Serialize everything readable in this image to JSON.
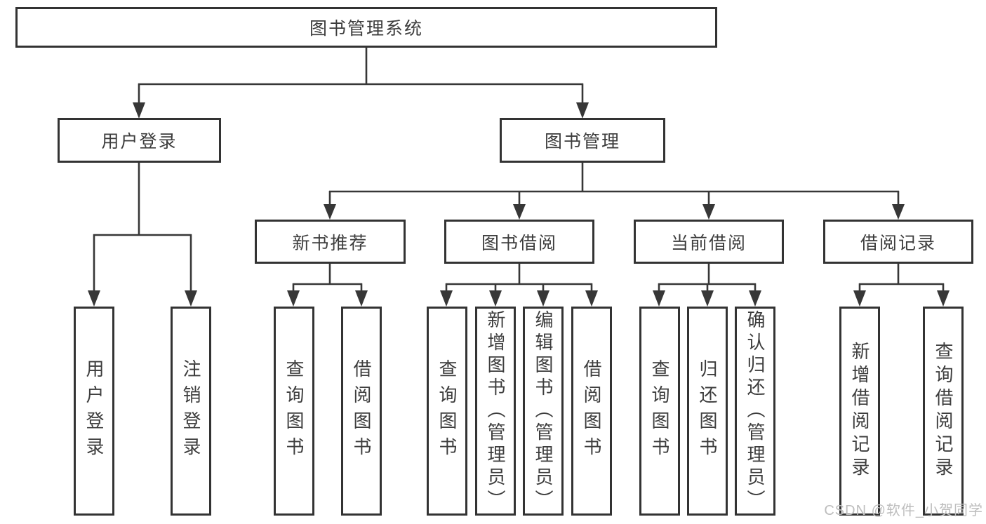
{
  "diagram": {
    "type": "hierarchy-chart",
    "colors": {
      "background": "#ffffff",
      "line": "#373737",
      "box_border": "#333333",
      "text": "#3d3d3d",
      "watermark": "#bdbdbd"
    },
    "nodes": {
      "root": {
        "label": "图书管理系统"
      },
      "user_login": {
        "label": "用户登录",
        "parent": "图书管理系统"
      },
      "book_mgmt": {
        "label": "图书管理",
        "parent": "图书管理系统"
      },
      "new_book_rec": {
        "label": "新书推荐",
        "parent": "图书管理"
      },
      "book_borrow": {
        "label": "图书借阅",
        "parent": "图书管理"
      },
      "current_borrow": {
        "label": "当前借阅",
        "parent": "图书管理"
      },
      "borrow_record": {
        "label": "借阅记录",
        "parent": "图书管理"
      },
      "leaves": [
        {
          "label": "用户登录",
          "parent": "用户登录"
        },
        {
          "label": "注销登录",
          "parent": "用户登录"
        },
        {
          "label": "查询图书",
          "parent": "新书推荐"
        },
        {
          "label": "借阅图书",
          "parent": "新书推荐"
        },
        {
          "label": "查询图书",
          "parent": "图书借阅"
        },
        {
          "label": "新增图书（管理员）",
          "parent": "图书借阅"
        },
        {
          "label": "编辑图书（管理员）",
          "parent": "图书借阅"
        },
        {
          "label": "借阅图书",
          "parent": "图书借阅"
        },
        {
          "label": "查询图书",
          "parent": "当前借阅"
        },
        {
          "label": "归还图书",
          "parent": "当前借阅"
        },
        {
          "label": "确认归还（管理员）",
          "parent": "当前借阅"
        },
        {
          "label": "新增借阅记录",
          "parent": "借阅记录"
        },
        {
          "label": "查询借阅记录",
          "parent": "借阅记录"
        }
      ]
    },
    "watermark": "CSDN @软件_小贺同学"
  }
}
